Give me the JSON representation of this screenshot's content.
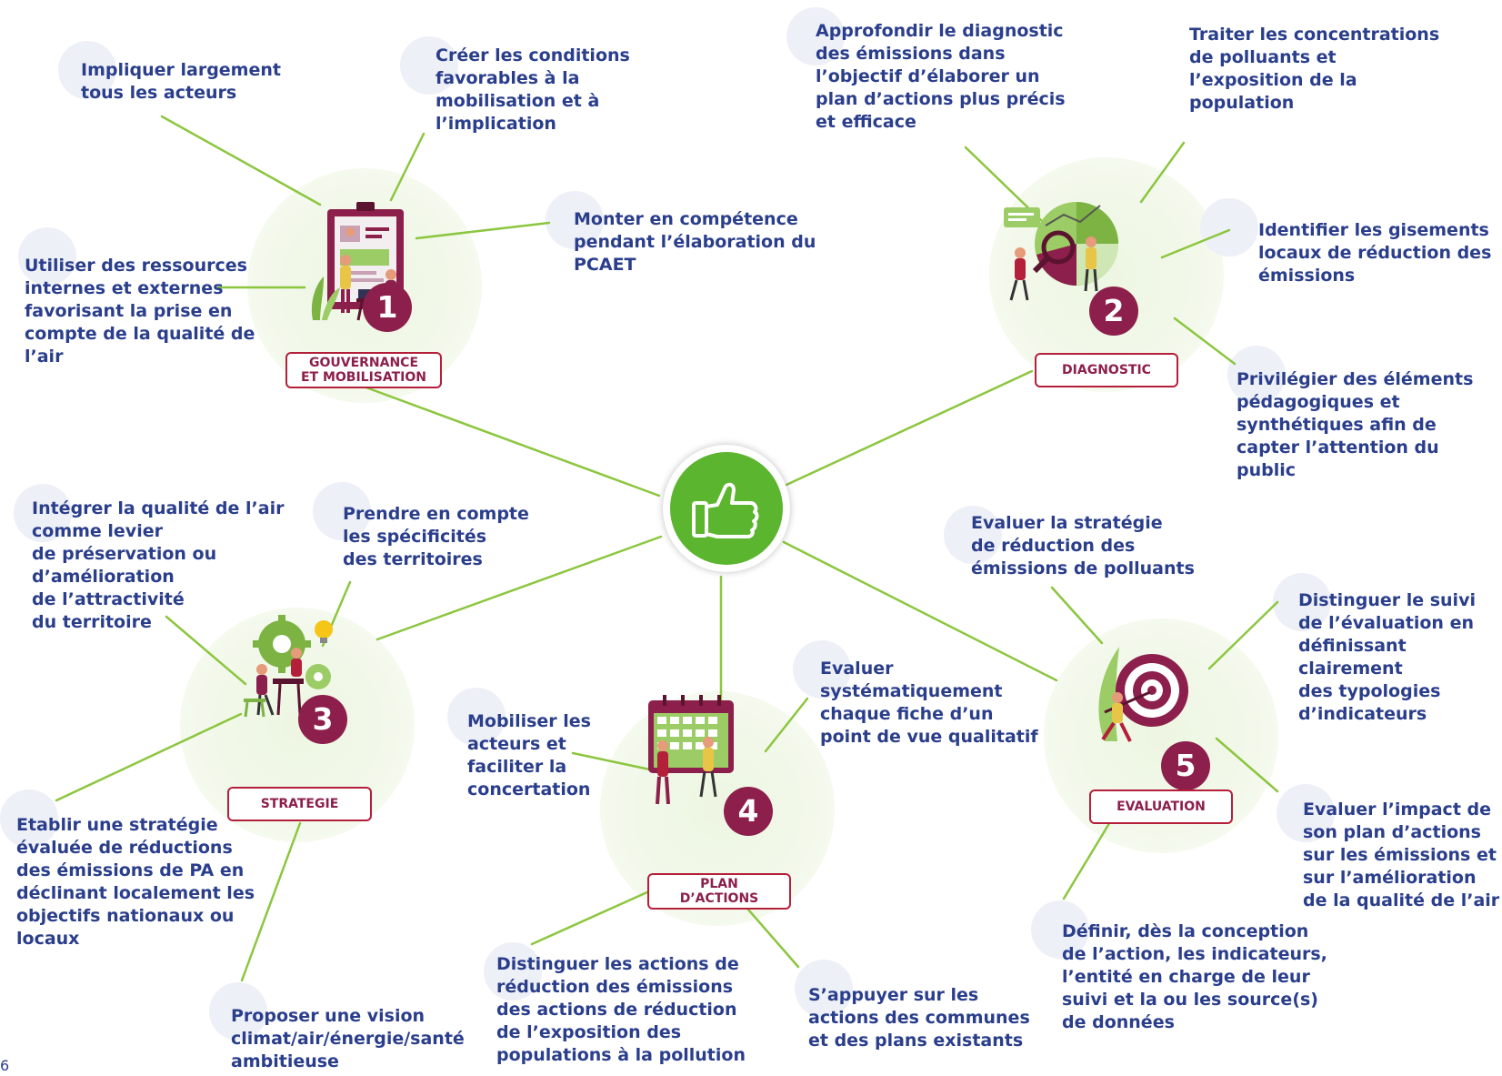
{
  "center": {
    "icon": "thumbs-up-icon",
    "color": "#5cb52e"
  },
  "colors": {
    "line": "#8cc63f",
    "text": "#2a3e8c",
    "accent": "#8c1f4b",
    "border": "#b41f3a"
  },
  "page_number": "6",
  "steps": [
    {
      "number": "1",
      "label": "GOUVERNANCE\nET MOBILISATION",
      "icon": "planning-board-illustration"
    },
    {
      "number": "2",
      "label": "DIAGNOSTIC",
      "icon": "analysis-chart-illustration"
    },
    {
      "number": "3",
      "label": "STRATEGIE",
      "icon": "gears-lightbulb-illustration"
    },
    {
      "number": "4",
      "label": "PLAN\nD’ACTIONS",
      "icon": "calendar-planning-illustration"
    },
    {
      "number": "5",
      "label": "EVALUATION",
      "icon": "target-arrow-illustration"
    }
  ],
  "tips": {
    "g1": "Impliquer largement\ntous les acteurs",
    "g2": "Créer les conditions\nfavorables à la\nmobilisation et à\nl’implication",
    "g3": "Monter en compétence\npendant l’élaboration du\nPCAET",
    "g4": "Utiliser des ressources\ninternes et externes\nfavorisant la prise en\ncompte de la qualité de\nl’air",
    "d1": "Approfondir le diagnostic\ndes émissions dans\nl’objectif d’élaborer un\nplan d’actions plus précis\net efficace",
    "d2": "Traiter les concentrations\nde polluants et\nl’exposition de la\npopulation",
    "d3": "Identifier les gisements\nlocaux de réduction des\némissions",
    "d4": "Privilégier des éléments\npédagogiques et\nsynthétiques afin de\ncapter l’attention du\npublic",
    "s1": "Intégrer la qualité de l’air\ncomme levier\nde préservation ou\nd’amélioration\nde l’attractivité\ndu territoire",
    "s2": "Prendre en compte\nles spécificités\ndes territoires",
    "s3": "Etablir une stratégie\névaluée de réductions\ndes émissions de PA en\ndéclinant localement les\nobjectifs nationaux ou\nlocaux",
    "s4": "Proposer une vision\nclimat/air/énergie/santé\nambitieuse",
    "p1": "Mobiliser les\nacteurs et\nfaciliter la\nconcertation",
    "p2": "Evaluer\nsystématiquement\nchaque fiche d’un\npoint de vue qualitatif",
    "p3": "Distinguer les actions de\nréduction des émissions\ndes actions de réduction\nde l’exposition des\npopulations à la pollution",
    "p4": "S’appuyer sur les\nactions des communes\net des plans existants",
    "e1": "Evaluer la stratégie\nde réduction des\némissions de polluants",
    "e2": "Distinguer le suivi\nde l’évaluation en\ndéfinissant clairement\ndes typologies\nd’indicateurs",
    "e3": "Evaluer l’impact de\nson plan d’actions\nsur les émissions et\nsur l’amélioration\nde la qualité de l’air",
    "e4": "Définir, dès la conception\nde l’action, les indicateurs,\nl’entité en charge de leur\nsuivi et la ou les source(s)\nde données"
  }
}
